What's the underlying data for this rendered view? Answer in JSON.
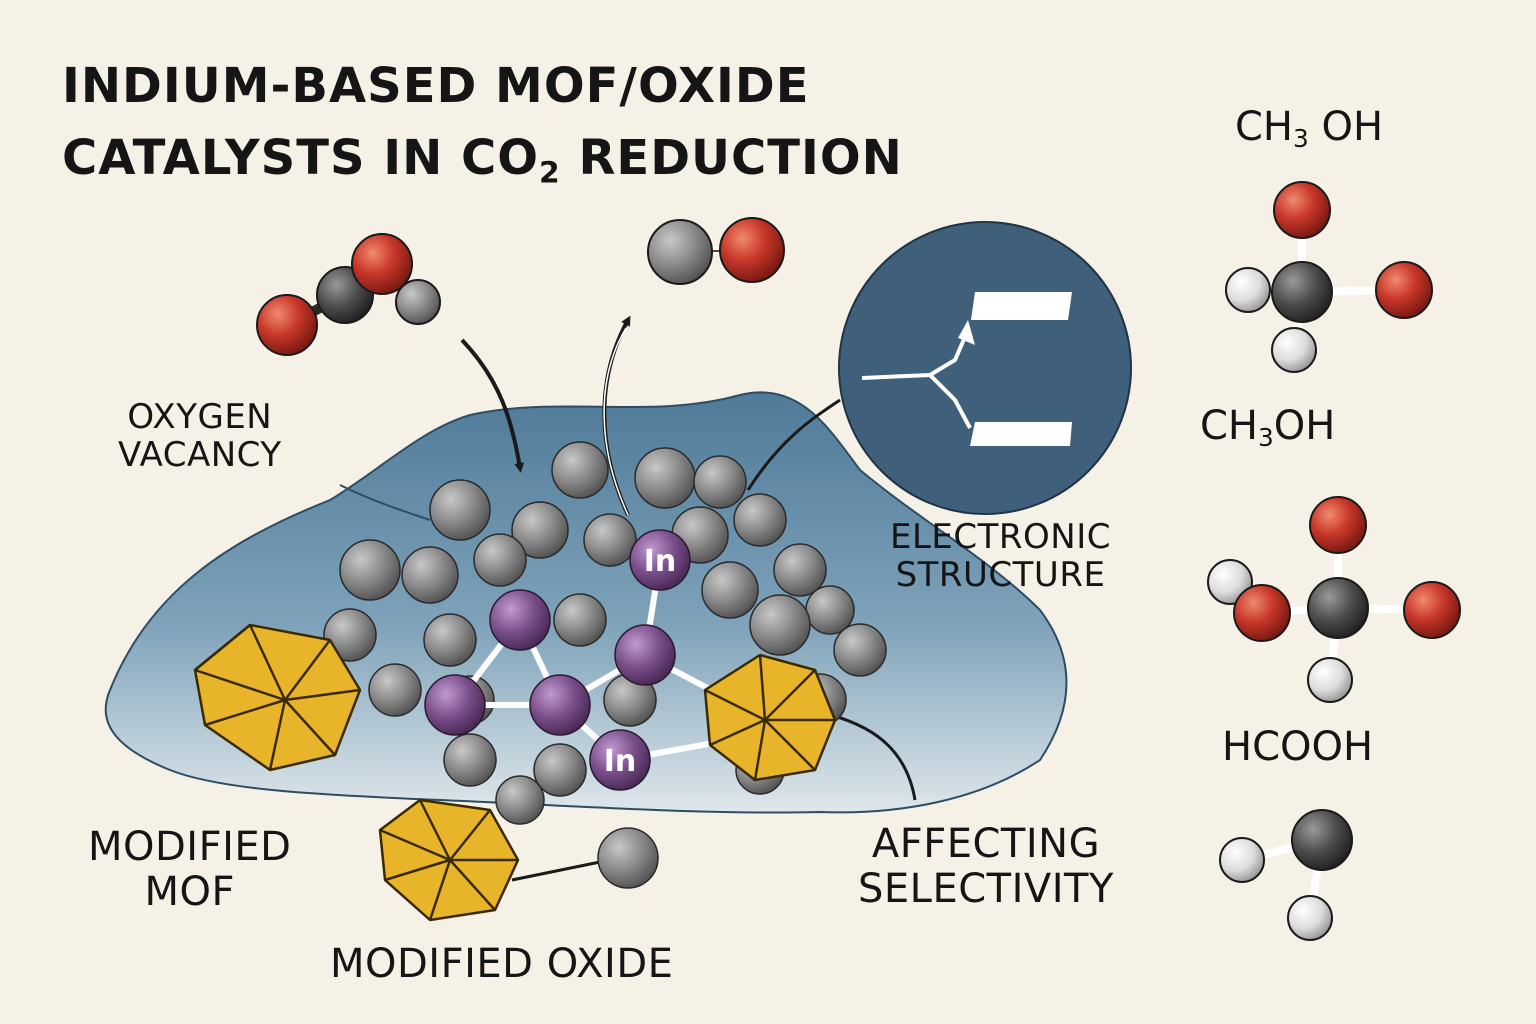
{
  "title": {
    "line1": "INDIUM-BASED MOF/OXIDE",
    "line2_pre": "CATALYSTS IN CO",
    "line2_sub": "2",
    "line2_post": " REDUCTION"
  },
  "labels": {
    "oxygen_vacancy": [
      "OXYGEN",
      "VACANCY"
    ],
    "electronic_structure": [
      "ELECTRONIC",
      "STRUCTURE"
    ],
    "modified_mof": [
      "MODIFIED",
      "MOF"
    ],
    "modified_oxide": "MODIFIED OXIDE",
    "affecting_selectivity": [
      "AFFECTING",
      "SELECTIVITY"
    ]
  },
  "products": {
    "ch3oh_a": {
      "pre": "CH",
      "sub": "3",
      "post": " OH"
    },
    "ch3oh_b": {
      "pre": "CH",
      "sub": "3",
      "post": "OH"
    },
    "hcooh": "HCOOH"
  },
  "indium_symbol": "In",
  "colors": {
    "carbon": "#4a4a4a",
    "oxygen": "#c8372a",
    "hydrogen": "#e8e8e8",
    "indium": "#7b4f8c",
    "framework": "#8c8c8c",
    "polyhedron": "#e8b52a",
    "surface": "#5b86a3",
    "circle": "#3f5f7a"
  }
}
